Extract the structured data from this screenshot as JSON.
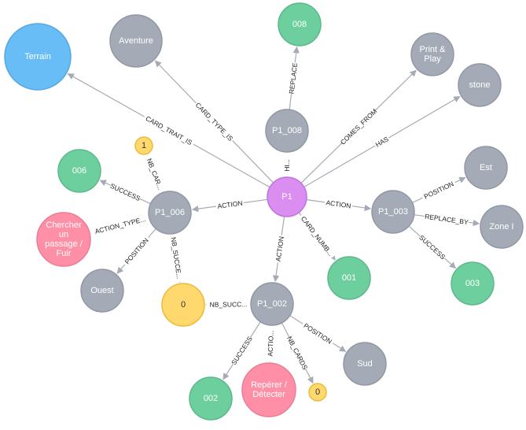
{
  "colors": {
    "center": "#da8ff0",
    "center_stroke": "#c272df",
    "step": "#a5abb6",
    "step_stroke": "#9198a5",
    "type": "#a5abb6",
    "id": "#6dce9e",
    "id_stroke": "#5db98c",
    "trait": "#68bdf6",
    "trait_stroke": "#57a8e0",
    "action": "#ff8fa6",
    "action_stroke": "#ec7d93",
    "number": "#ffd86e",
    "number_stroke": "#edba39",
    "edge": "#a5abb6"
  },
  "nodes": [
    {
      "id": "p1",
      "label": "P1",
      "kind": "center"
    },
    {
      "id": "p1_008",
      "label": "P1_008",
      "kind": "step"
    },
    {
      "id": "p1_006",
      "label": "P1_006",
      "kind": "step"
    },
    {
      "id": "p1_003",
      "label": "P1_003",
      "kind": "step"
    },
    {
      "id": "p1_002",
      "label": "P1_002",
      "kind": "step"
    },
    {
      "id": "terrain",
      "label": "Terrain",
      "kind": "trait"
    },
    {
      "id": "aventure",
      "label": "Aventure",
      "kind": "type"
    },
    {
      "id": "n008",
      "label": "008",
      "kind": "id"
    },
    {
      "id": "print_play",
      "label": "Print & Play",
      "kind": "type"
    },
    {
      "id": "stone",
      "label": "stone",
      "kind": "type"
    },
    {
      "id": "one",
      "label": "1",
      "kind": "number"
    },
    {
      "id": "n006",
      "label": "006",
      "kind": "id"
    },
    {
      "id": "chercher",
      "label": "Chercher un passage / Fuir",
      "kind": "action"
    },
    {
      "id": "ouest",
      "label": "Ouest",
      "kind": "type"
    },
    {
      "id": "zero_big",
      "label": "0",
      "kind": "number"
    },
    {
      "id": "n001",
      "label": "001",
      "kind": "id"
    },
    {
      "id": "est",
      "label": "Est",
      "kind": "type"
    },
    {
      "id": "zone_i",
      "label": "Zone I",
      "kind": "type"
    },
    {
      "id": "n003",
      "label": "003",
      "kind": "id"
    },
    {
      "id": "sud",
      "label": "Sud",
      "kind": "type"
    },
    {
      "id": "n002",
      "label": "002",
      "kind": "id"
    },
    {
      "id": "reperer",
      "label": "Repérer / Détecter",
      "kind": "action"
    },
    {
      "id": "zero_small",
      "label": "0",
      "kind": "number"
    }
  ],
  "edges": [
    {
      "from": "p1",
      "to": "terrain",
      "label": "CARD_TRAIT_IS"
    },
    {
      "from": "p1",
      "to": "aventure",
      "label": "CARD_TYPE_IS"
    },
    {
      "from": "p1",
      "to": "p1_008",
      "label": "HI..."
    },
    {
      "from": "p1_008",
      "to": "n008",
      "label": "REPLACE"
    },
    {
      "from": "p1",
      "to": "print_play",
      "label": "COMES_FROM"
    },
    {
      "from": "p1",
      "to": "stone",
      "label": "HAS"
    },
    {
      "from": "p1",
      "to": "p1_006",
      "label": "ACTION"
    },
    {
      "from": "p1",
      "to": "p1_003",
      "label": "ACTION"
    },
    {
      "from": "p1",
      "to": "p1_002",
      "label": "ACTION"
    },
    {
      "from": "p1",
      "to": "n001",
      "label": "CARD_NUMB..."
    },
    {
      "from": "p1_006",
      "to": "one",
      "label": "NB_CAR..."
    },
    {
      "from": "p1_006",
      "to": "n006",
      "label": "SUCCESS"
    },
    {
      "from": "p1_006",
      "to": "chercher",
      "label": "ACTION_TYPE..."
    },
    {
      "from": "p1_006",
      "to": "ouest",
      "label": "POSITION"
    },
    {
      "from": "p1_006",
      "to": "zero_big",
      "label": "NB_SUCCE..."
    },
    {
      "from": "p1_002",
      "to": "zero_big",
      "label": "NB_SUCC..."
    },
    {
      "from": "p1_003",
      "to": "est",
      "label": "POSITION"
    },
    {
      "from": "p1_003",
      "to": "zone_i",
      "label": "REPLACE_BY"
    },
    {
      "from": "p1_003",
      "to": "n003",
      "label": "SUCCESS"
    },
    {
      "from": "p1_002",
      "to": "sud",
      "label": "POSITION"
    },
    {
      "from": "p1_002",
      "to": "n002",
      "label": "SUCCESS"
    },
    {
      "from": "p1_002",
      "to": "reperer",
      "label": "ACTIO..."
    },
    {
      "from": "p1_002",
      "to": "zero_small",
      "label": "NB_CARDS"
    }
  ]
}
